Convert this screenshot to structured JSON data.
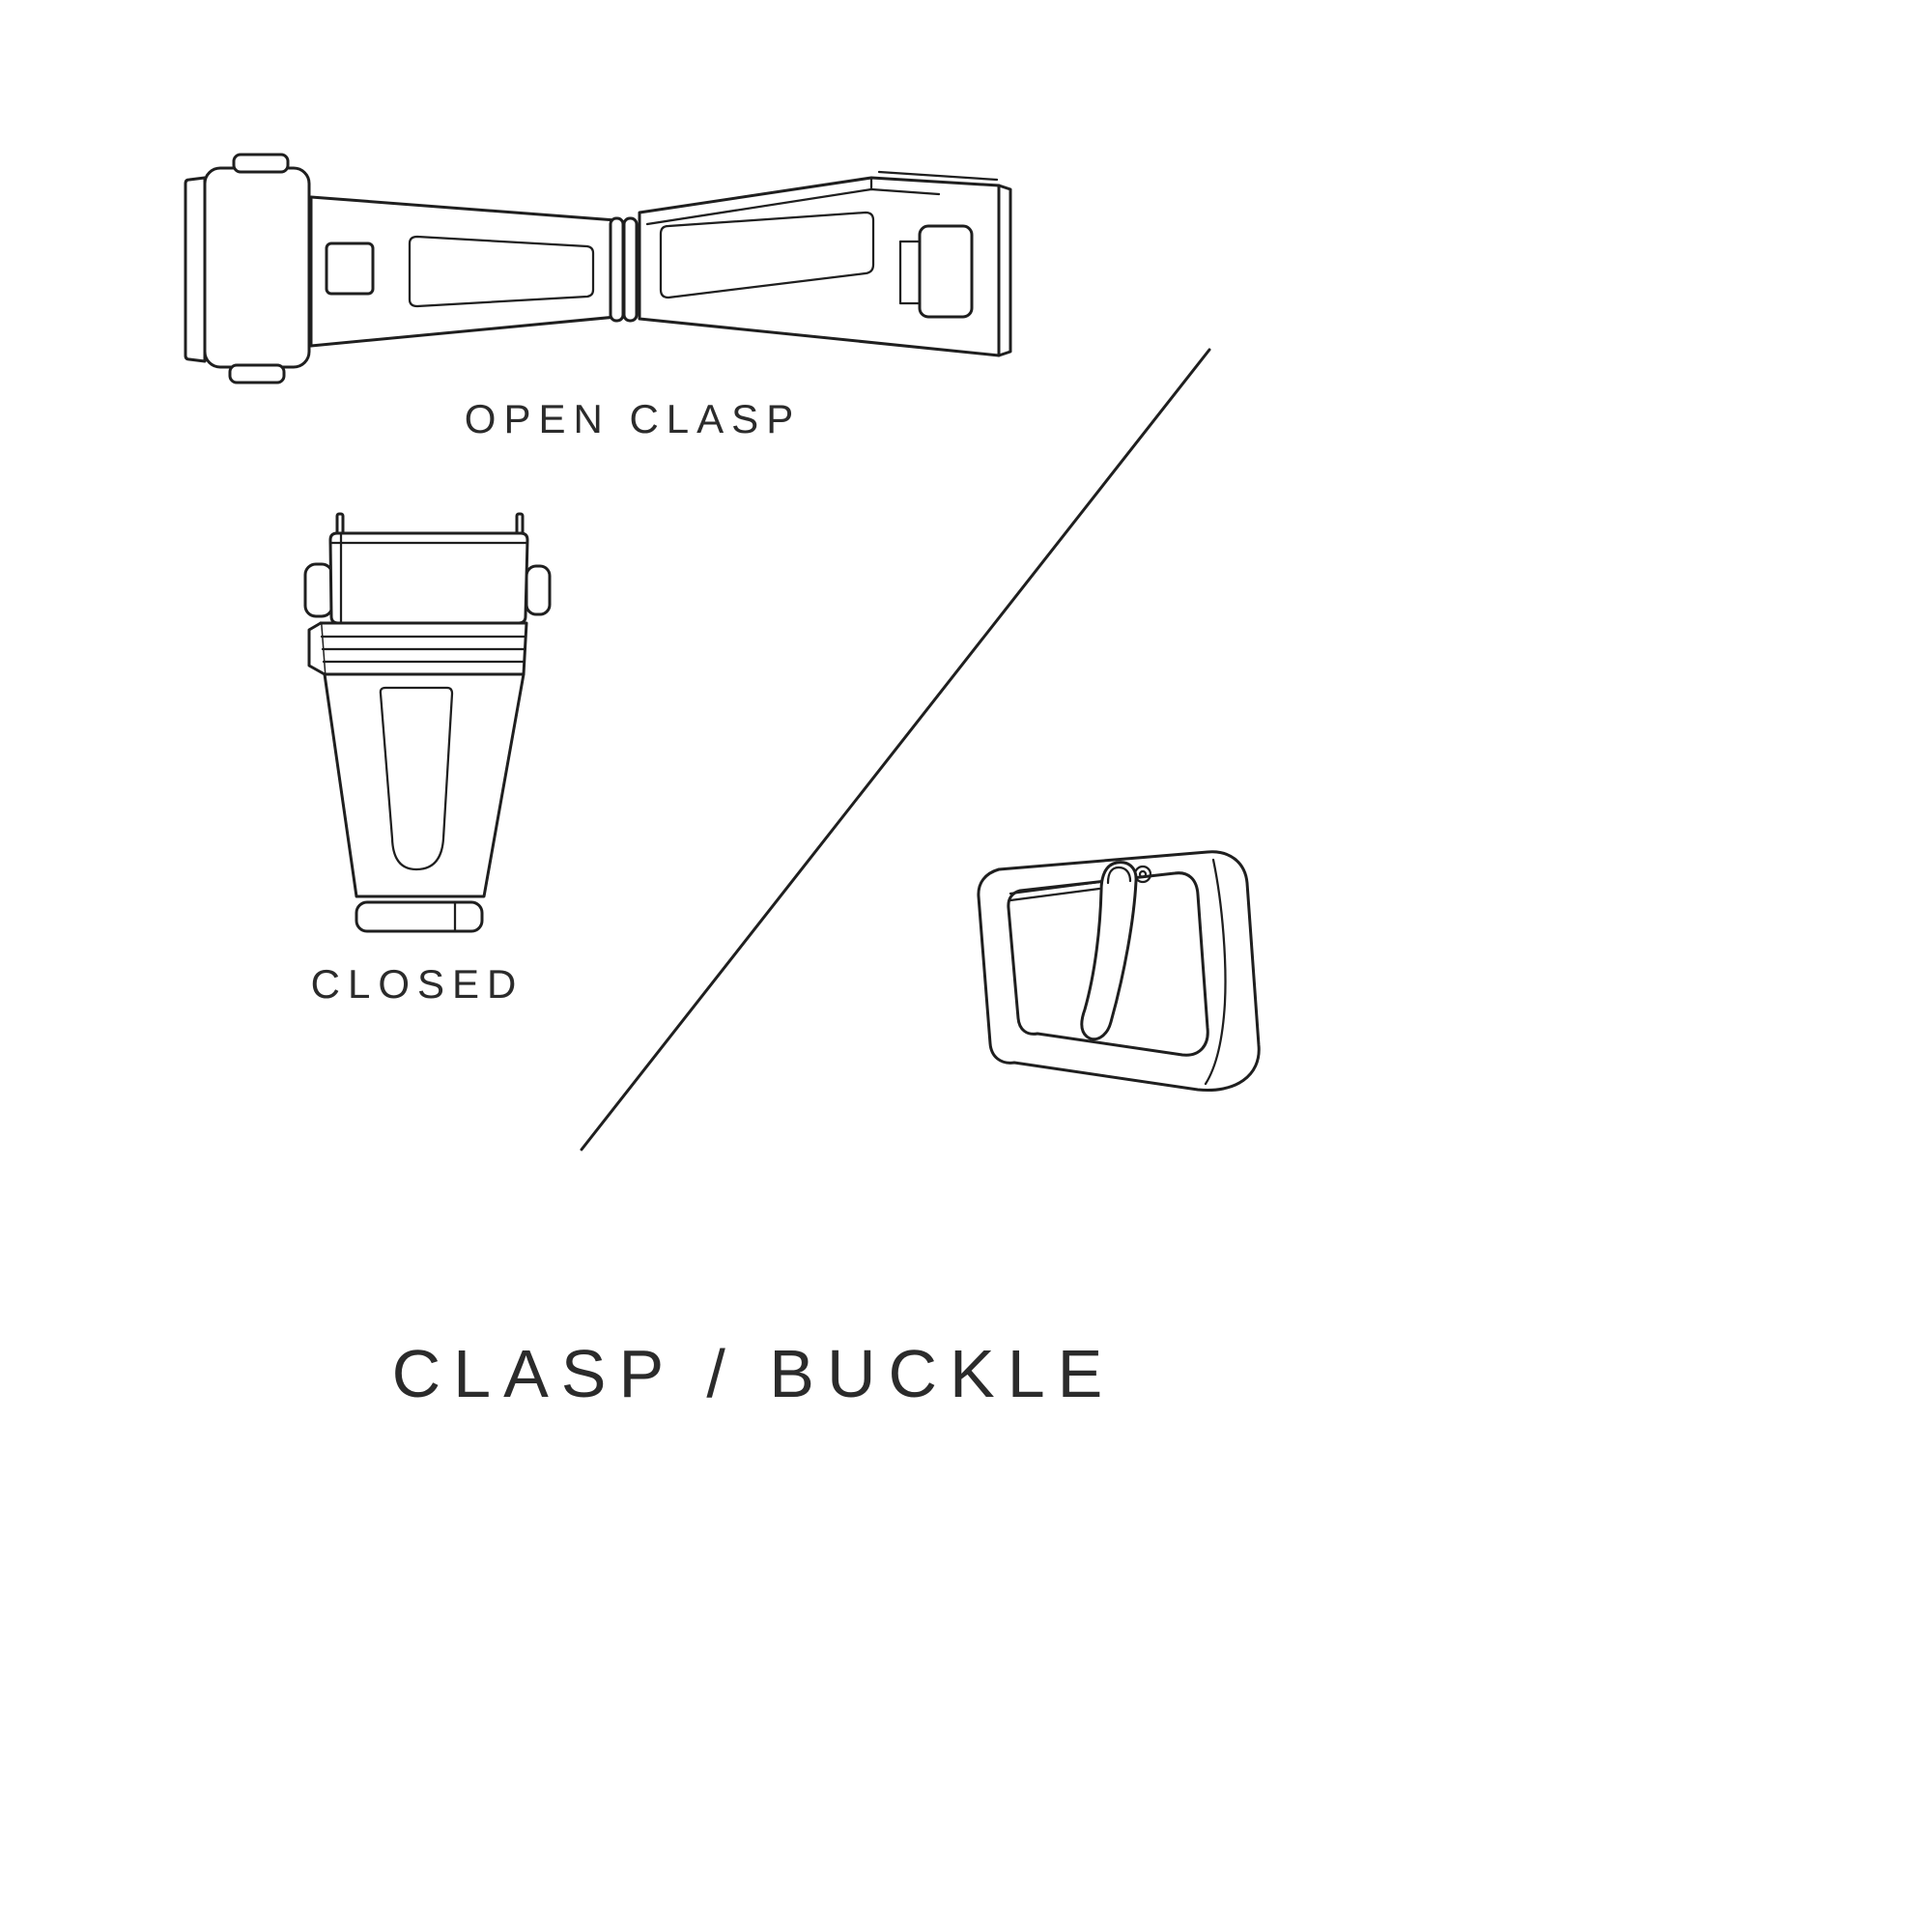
{
  "page": {
    "colors": {
      "background": "#ffffff",
      "line_color": "#1f1f1f",
      "text_color": "#2b2b2b"
    }
  },
  "diagram": {
    "open_clasp_label": "OPEN CLASP",
    "closed_label": "CLOSED",
    "title": "CLASP / BUCKLE",
    "illustrations": [
      {
        "name": "open-clasp-illustration",
        "description": "deployant clasp shown open"
      },
      {
        "name": "closed-clasp-illustration",
        "description": "deployant clasp shown closed"
      },
      {
        "name": "tang-buckle-illustration",
        "description": "tang buckle with prong"
      }
    ]
  }
}
